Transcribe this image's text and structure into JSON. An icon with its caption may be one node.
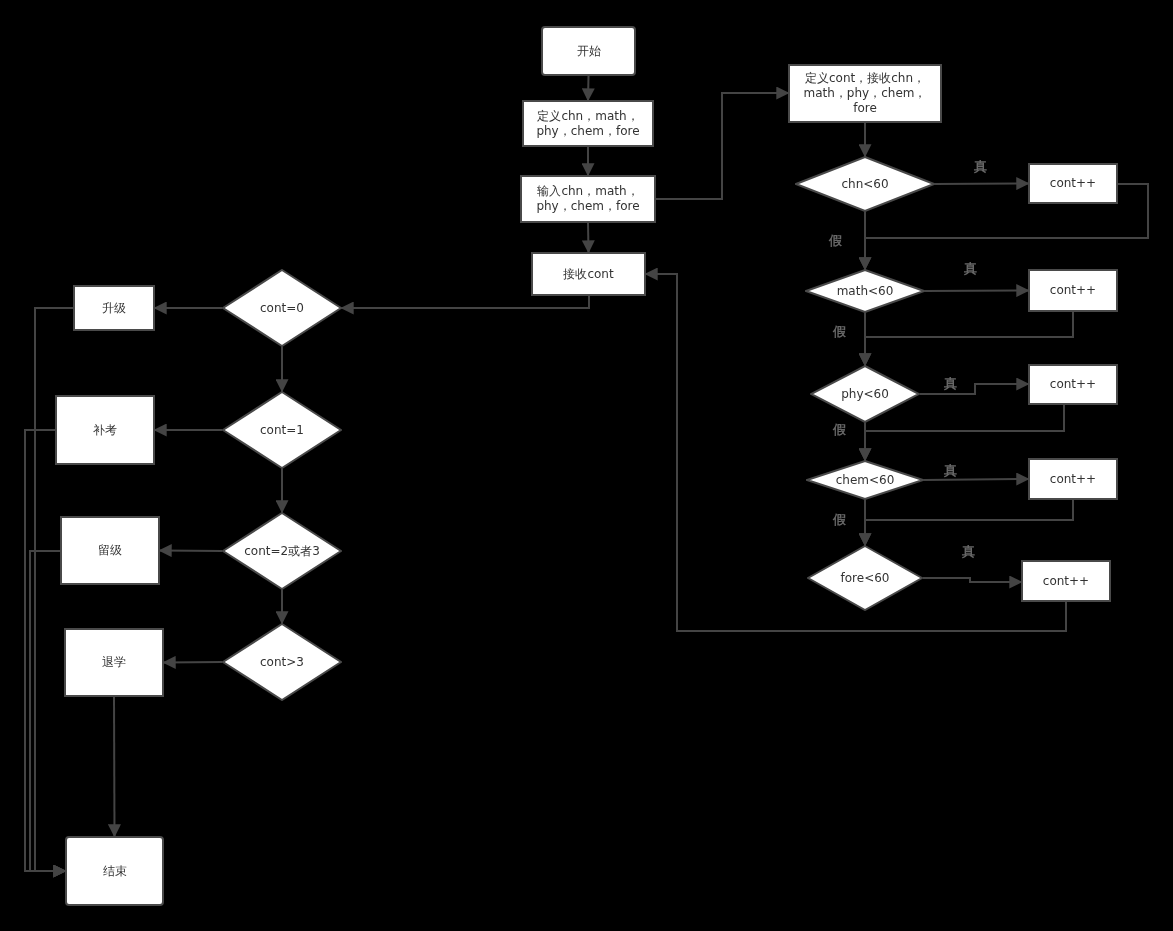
{
  "diagram": {
    "nodes": [
      {
        "text": [
          "开始"
        ]
      },
      {
        "text": [
          "定义chn，math，phy，chem，fore"
        ]
      },
      {
        "text": [
          "输入chn，math，phy，chem，fore"
        ]
      },
      {
        "text": [
          "接收cont"
        ]
      },
      {
        "text": [
          "定义cont，接收chn，math，phy，chem，fore"
        ]
      },
      {
        "text": [
          "chn<60"
        ]
      },
      {
        "text": [
          "cont++"
        ]
      },
      {
        "text": [
          "math<60"
        ]
      },
      {
        "text": [
          "cont++"
        ]
      },
      {
        "text": [
          "phy<60"
        ]
      },
      {
        "text": [
          "cont++"
        ]
      },
      {
        "text": [
          "chem<60"
        ]
      },
      {
        "text": [
          "cont++"
        ]
      },
      {
        "text": [
          "fore<60"
        ]
      },
      {
        "text": [
          "cont++"
        ]
      },
      {
        "text": [
          "cont=0"
        ]
      },
      {
        "text": [
          "升级"
        ]
      },
      {
        "text": [
          "cont=1"
        ]
      },
      {
        "text": [
          "补考"
        ]
      },
      {
        "text": [
          "cont=2或者3"
        ]
      },
      {
        "text": [
          "留级"
        ]
      },
      {
        "text": [
          "cont>3"
        ]
      },
      {
        "text": [
          "退学"
        ]
      },
      {
        "text": [
          "结束"
        ]
      }
    ],
    "edges": [
      {
        "from": 0,
        "to": 1,
        "arrow": "to"
      },
      {
        "from": 1,
        "to": 2,
        "arrow": "to"
      },
      {
        "from": 2,
        "to": 3,
        "arrow": "to"
      },
      {
        "from": 2,
        "to": 4,
        "arrow": "to"
      },
      {
        "from": 3,
        "to": 15,
        "arrow": "to"
      },
      {
        "from": 4,
        "to": 5,
        "arrow": "to"
      },
      {
        "from": 5,
        "to": 6,
        "arrow": "to",
        "label": "真"
      },
      {
        "from": 5,
        "to": 7,
        "arrow": "to",
        "label": "假"
      },
      {
        "from": 6,
        "to": 7,
        "arrow": "to"
      },
      {
        "from": 7,
        "to": 8,
        "arrow": "to",
        "label": "真"
      },
      {
        "from": 7,
        "to": 9,
        "arrow": "to",
        "label": "假"
      },
      {
        "from": 8,
        "to": 9,
        "arrow": "to"
      },
      {
        "from": 9,
        "to": 10,
        "arrow": "to",
        "label": "真"
      },
      {
        "from": 9,
        "to": 11,
        "arrow": "to",
        "label": "假"
      },
      {
        "from": 10,
        "to": 11,
        "arrow": "to"
      },
      {
        "from": 11,
        "to": 12,
        "arrow": "to",
        "label": "真"
      },
      {
        "from": 11,
        "to": 13,
        "arrow": "to",
        "label": "假"
      },
      {
        "from": 12,
        "to": 13,
        "arrow": "to"
      },
      {
        "from": 13,
        "to": 14,
        "arrow": "to",
        "label": "真"
      },
      {
        "from": 14,
        "to": 3,
        "arrow": "to"
      },
      {
        "from": 15,
        "to": 16,
        "arrow": "to"
      },
      {
        "from": 15,
        "to": 17,
        "arrow": "to"
      },
      {
        "from": 17,
        "to": 18,
        "arrow": "to"
      },
      {
        "from": 17,
        "to": 19,
        "arrow": "to"
      },
      {
        "from": 19,
        "to": 20,
        "arrow": "to"
      },
      {
        "from": 19,
        "to": 21,
        "arrow": "to"
      },
      {
        "from": 21,
        "to": 22,
        "arrow": "to"
      },
      {
        "from": 22,
        "to": 23,
        "arrow": "to"
      },
      {
        "from": 16,
        "to": 23,
        "arrow": "to"
      },
      {
        "from": 18,
        "to": 23,
        "arrow": "to"
      },
      {
        "from": 20,
        "to": 23,
        "arrow": "to"
      }
    ]
  }
}
